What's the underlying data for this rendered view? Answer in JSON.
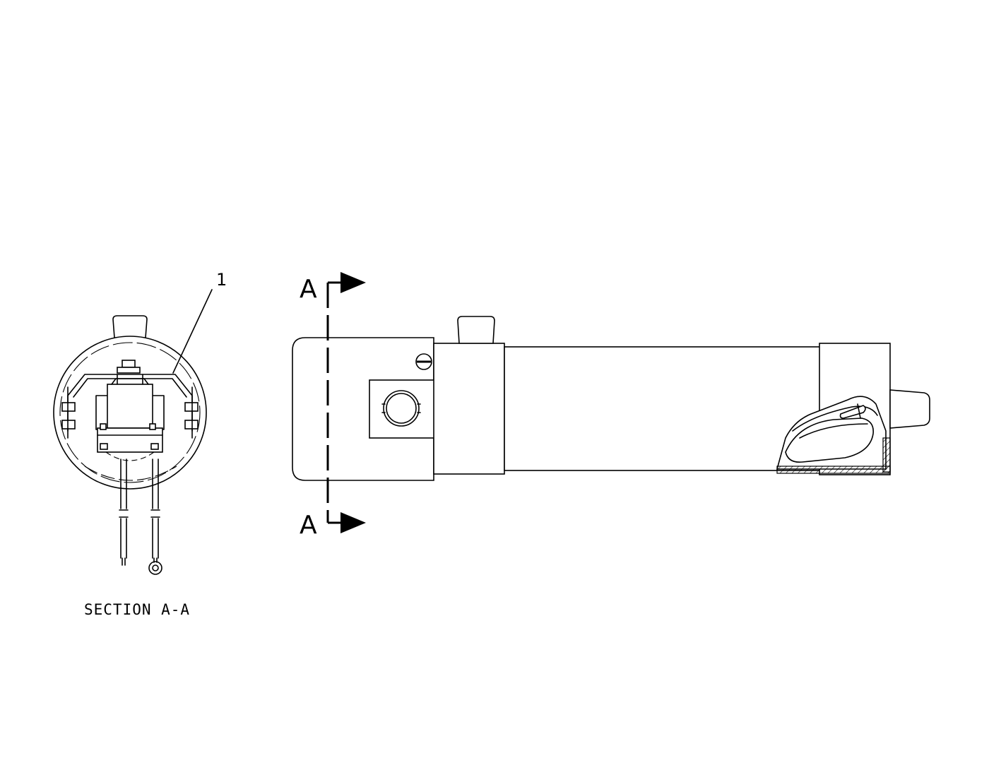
{
  "labels": {
    "callout_1": "1",
    "cut_top": "A",
    "cut_bottom": "A",
    "section_caption": "SECTION A-A"
  },
  "colors": {
    "ink": "#000000",
    "paper": "#ffffff"
  }
}
